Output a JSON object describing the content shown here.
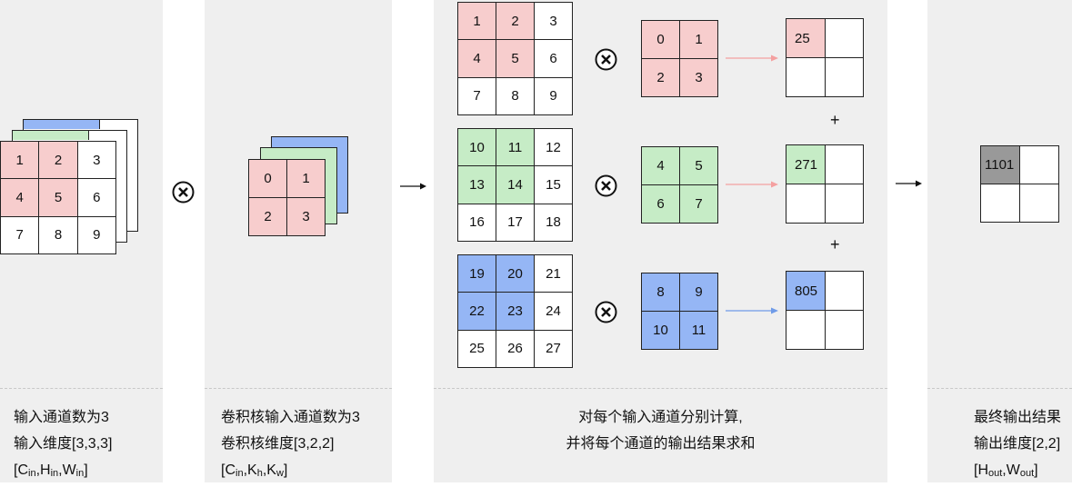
{
  "colors": {
    "red": "#f7cdcd",
    "green": "#c6ecc6",
    "blue": "#95b6f5",
    "gray": "#999999",
    "panel": "#efefef",
    "line": "#222222"
  },
  "input": {
    "values": [
      [
        "1",
        "2",
        "3"
      ],
      [
        "4",
        "5",
        "6"
      ],
      [
        "7",
        "8",
        "9"
      ]
    ]
  },
  "kernel": {
    "values": [
      [
        "0",
        "1"
      ],
      [
        "2",
        "3"
      ]
    ]
  },
  "channels": [
    {
      "input": [
        [
          "1",
          "2",
          "3"
        ],
        [
          "4",
          "5",
          "6"
        ],
        [
          "7",
          "8",
          "9"
        ]
      ],
      "kernel": [
        [
          "0",
          "1"
        ],
        [
          "2",
          "3"
        ]
      ],
      "result": "25"
    },
    {
      "input": [
        [
          "10",
          "11",
          "12"
        ],
        [
          "13",
          "14",
          "15"
        ],
        [
          "16",
          "17",
          "18"
        ]
      ],
      "kernel": [
        [
          "4",
          "5"
        ],
        [
          "6",
          "7"
        ]
      ],
      "result": "271"
    },
    {
      "input": [
        [
          "19",
          "20",
          "21"
        ],
        [
          "22",
          "23",
          "24"
        ],
        [
          "25",
          "26",
          "27"
        ]
      ],
      "kernel": [
        [
          "8",
          "9"
        ],
        [
          "10",
          "11"
        ]
      ],
      "result": "805"
    }
  ],
  "plus_sign": "+",
  "output": {
    "value": "1101"
  },
  "captions": {
    "input": {
      "line1": "输入通道数为3",
      "line2": "输入维度[3,3,3]",
      "line3": {
        "open": "[C",
        "sub1": "in",
        "c1": ",H",
        "sub2": "in",
        "c2": ",W",
        "sub3": "in",
        "close": "]"
      }
    },
    "kernel": {
      "line1": "卷积核输入通道数为3",
      "line2": "卷积核维度[3,2,2]",
      "line3": {
        "open": "[C",
        "sub1": "in",
        "c1": ",K",
        "sub2": "h",
        "c2": ",K",
        "sub3": "w",
        "close": "]"
      }
    },
    "compute": {
      "line1": "对每个输入通道分别计算,",
      "line2": "并将每个通道的输出结果求和"
    },
    "output": {
      "line1": "最终输出结果",
      "line2": "输出维度[2,2]",
      "line3": {
        "open": "[H",
        "sub1": "out",
        "c1": ",W",
        "sub2": "out",
        "close": "]"
      }
    }
  }
}
